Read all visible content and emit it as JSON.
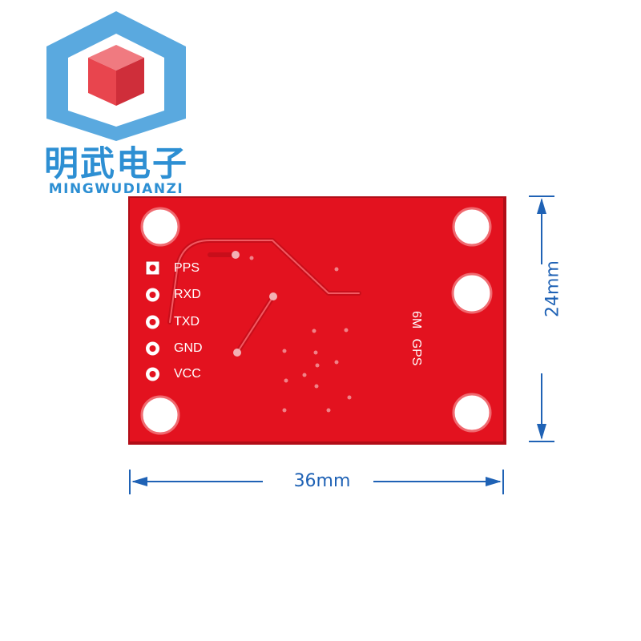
{
  "brand": {
    "name_cn": "明武电子",
    "name_en": "MINGWUDIANZI",
    "colors": {
      "hex_frame": "#5aa9df",
      "cube": "#e8454e",
      "text": "#2d8fd3"
    }
  },
  "board": {
    "color": "#e3121f",
    "pins": [
      "PPS",
      "RXD",
      "TXD",
      "GND",
      "VCC"
    ],
    "silkscreen": "6M GPS"
  },
  "dimensions": {
    "width_label": "36mm",
    "height_label": "24mm",
    "color": "#1f62b5"
  }
}
